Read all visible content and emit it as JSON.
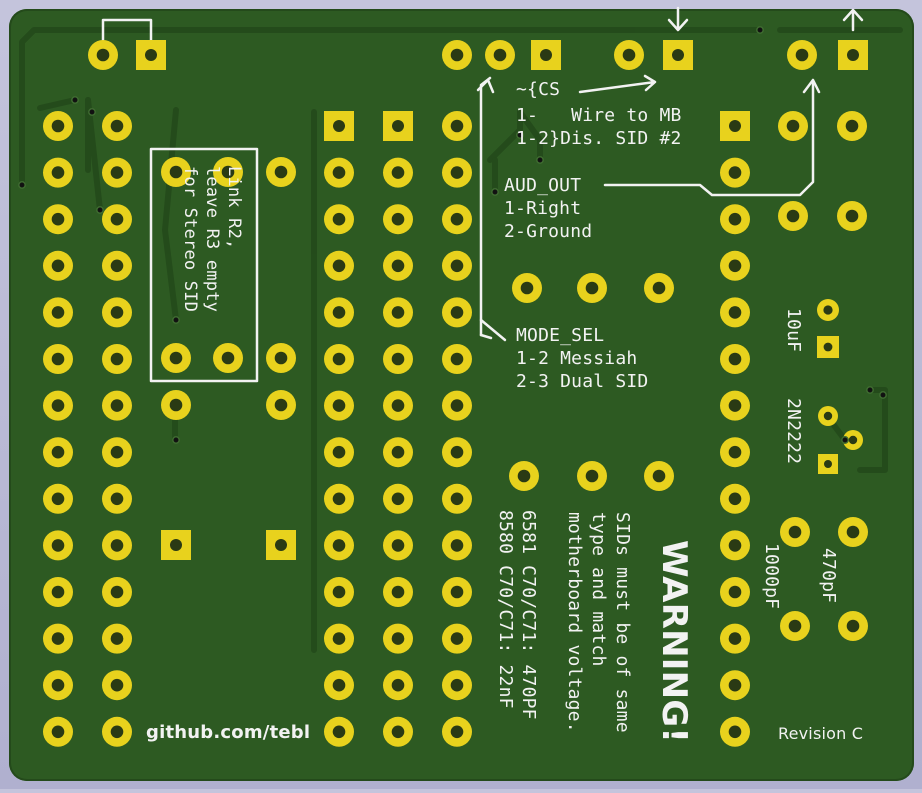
{
  "board": {
    "colors": {
      "background": "#bebed8",
      "pcb": "#2d5a22",
      "copper": "#e8d21d",
      "hole": "#2a3a14",
      "silkscreen": "#f2f2f2",
      "trace": "#244a1b"
    }
  },
  "labels": {
    "cs_title": "~{CS",
    "cs_line1": "1-   Wire to MB",
    "cs_line2": "1-2}Dis. SID #2",
    "aud_out_title": "AUD_OUT",
    "aud_out_line1": "1-Right",
    "aud_out_line2": "2-Ground",
    "mode_sel_title": "MODE_SEL",
    "mode_sel_line1": "1-2 Messiah",
    "mode_sel_line2": "2-3 Dual SID",
    "link_note": "Link R2,\nleave R3 empty\nfor Stereo SID",
    "cap_values": "6581 C70/C71: 470PF\n8580 C70/C71: 22nF",
    "warning_title": "WARNING!",
    "warning_body": "SIDs must be of same\ntype and match\nmotherboard voltage.",
    "cap_10uf": "10uF",
    "transistor": "2N2222",
    "cap_1000pf": "1000pF",
    "cap_470pf": "470pF",
    "github": "github.com/tebl",
    "revision": "Revision C"
  }
}
